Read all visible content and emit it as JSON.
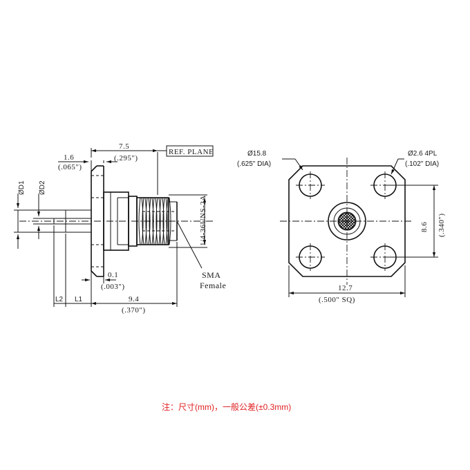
{
  "side_view": {
    "dim_1_6": "1.6",
    "dim_1_6_in": "(.065\")",
    "dim_7_5": "7.5",
    "dim_7_5_in": "(.295\")",
    "ref_plane": "REF. PLANE",
    "d1": "ØD1",
    "d2": "ØD2",
    "thread": "1/4-36UNS-2A",
    "dim_0_1": "0.1",
    "dim_0_1_in": "(.003\")",
    "sma": "SMA",
    "female": "Female",
    "l2": "L2",
    "l1": "L1",
    "dim_9_4": "9.4",
    "dim_9_4_in": "(.370\")"
  },
  "front_view": {
    "flange_dia": "Ø15.8",
    "flange_dia_in": "(.625\" DIA)",
    "hole_dia": "Ø2.6  4PL",
    "hole_dia_in": "(.102\" DIA)",
    "dim_8_6": "8.6",
    "dim_8_6_in": "(.340\")",
    "dim_12_7": "12.7",
    "dim_12_7_in": "(.500\"   SQ)"
  },
  "note": "注：尺寸(mm)，一般公差(±0.3mm)",
  "colors": {
    "line": "#111111",
    "note": "#e02020"
  }
}
